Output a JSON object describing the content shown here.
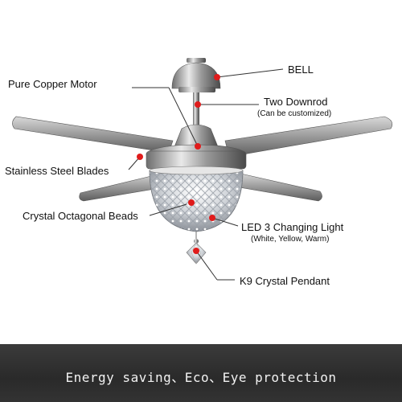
{
  "labels": {
    "bell": "BELL",
    "motor": "Pure Copper Motor",
    "downrod": "Two Downrod",
    "downrod_note": "(Can be customized)",
    "blades": "Stainless Steel Blades",
    "beads": "Crystal Octagonal Beads",
    "led": "LED 3 Changing Light",
    "led_note": "(White, Yellow, Warm)",
    "pendant": "K9 Crystal Pendant"
  },
  "banner": {
    "text": "Energy saving、Eco、Eye protection"
  },
  "colors": {
    "marker": "#e01b1b",
    "banner_bg": "#2f2f2f",
    "banner_text": "#f2f2f2"
  }
}
